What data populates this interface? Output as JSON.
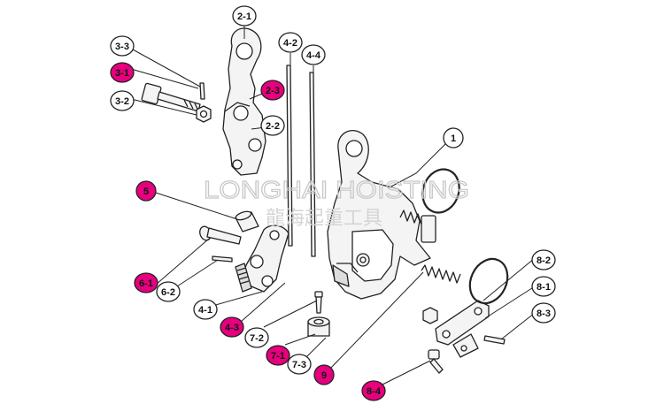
{
  "colors": {
    "line": "#222222",
    "part_fill": "#f4f4f4",
    "callout_plain_fill": "#ffffff",
    "callout_highlight_fill": "#e6007e",
    "callout_text": "#111111",
    "watermark": "#c8c8c8"
  },
  "watermark": {
    "en": "LONGHAI HOISTING",
    "cn": "龍海起重工具"
  },
  "callouts": [
    {
      "id": "1",
      "label": "1",
      "highlight": false
    },
    {
      "id": "2-1",
      "label": "2-1",
      "highlight": false
    },
    {
      "id": "2-2",
      "label": "2-2",
      "highlight": false
    },
    {
      "id": "2-3",
      "label": "2-3",
      "highlight": true
    },
    {
      "id": "3-1",
      "label": "3-1",
      "highlight": true
    },
    {
      "id": "3-2",
      "label": "3-2",
      "highlight": false
    },
    {
      "id": "3-3",
      "label": "3-3",
      "highlight": false
    },
    {
      "id": "4-1",
      "label": "4-1",
      "highlight": false
    },
    {
      "id": "4-2",
      "label": "4-2",
      "highlight": false
    },
    {
      "id": "4-3",
      "label": "4-3",
      "highlight": true
    },
    {
      "id": "4-4",
      "label": "4-4",
      "highlight": false
    },
    {
      "id": "5",
      "label": "5",
      "highlight": true
    },
    {
      "id": "6-1",
      "label": "6-1",
      "highlight": true
    },
    {
      "id": "6-2",
      "label": "6-2",
      "highlight": false
    },
    {
      "id": "7-1",
      "label": "7-1",
      "highlight": true
    },
    {
      "id": "7-2",
      "label": "7-2",
      "highlight": false
    },
    {
      "id": "7-3",
      "label": "7-3",
      "highlight": false
    },
    {
      "id": "8-1",
      "label": "8-1",
      "highlight": false
    },
    {
      "id": "8-2",
      "label": "8-2",
      "highlight": false
    },
    {
      "id": "8-3",
      "label": "8-3",
      "highlight": false
    },
    {
      "id": "8-4",
      "label": "8-4",
      "highlight": true
    },
    {
      "id": "9",
      "label": "9",
      "highlight": true
    }
  ]
}
